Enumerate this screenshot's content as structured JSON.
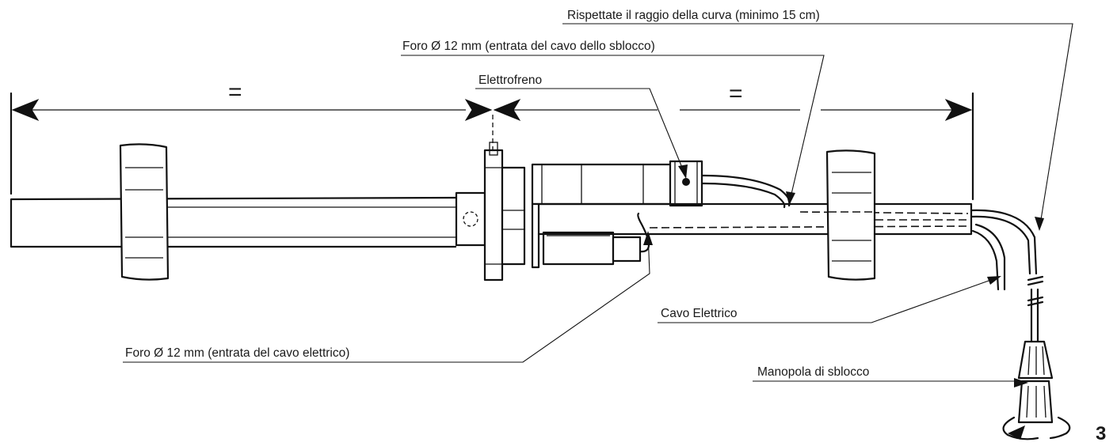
{
  "labels": {
    "bend_radius": "Rispettate il raggio della curva (minimo 15 cm)",
    "hole_release": "Foro Ø 12 mm (entrata del cavo dello sblocco)",
    "brake": "Elettrofreno",
    "hole_electric": "Foro Ø 12 mm (entrata del cavo elettrico)",
    "electric_cable": "Cavo Elettrico",
    "release_knob": "Manopola di sblocco"
  },
  "dimensions": {
    "equal_left": "=",
    "equal_right": "="
  },
  "figure_number": "3"
}
